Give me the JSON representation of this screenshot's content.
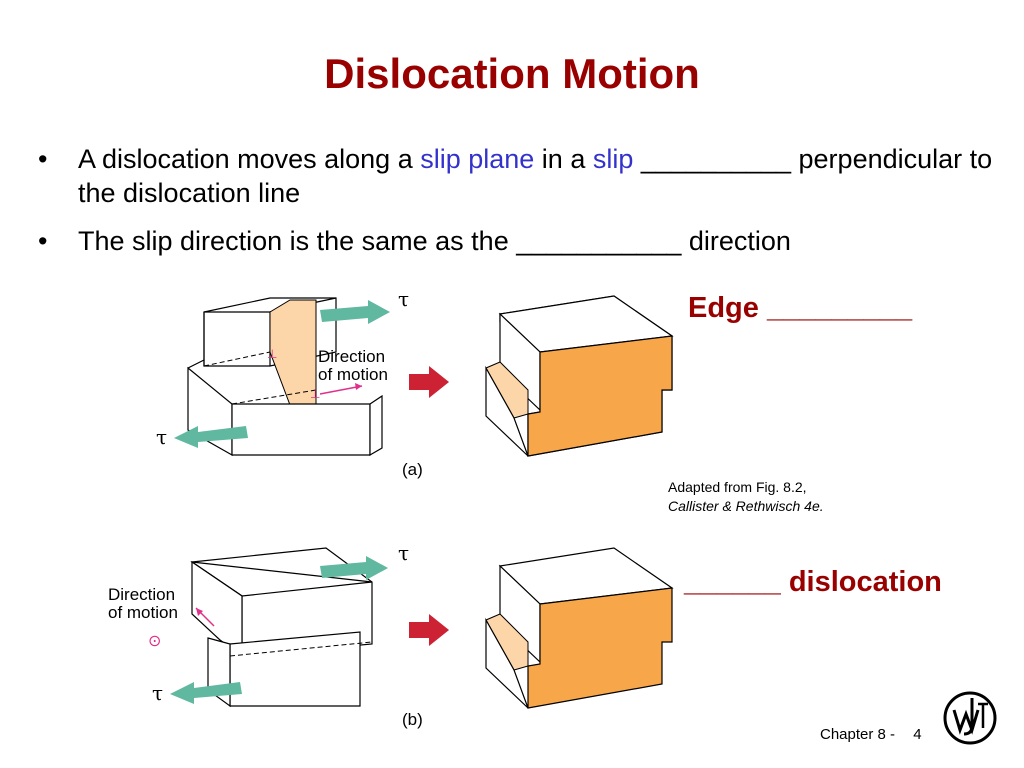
{
  "title": "Dislocation Motion",
  "bullets": [
    {
      "pre": "A dislocation moves along a ",
      "term1": "slip plane",
      "mid": " in a ",
      "term2": "slip",
      "post": " __________ perpendicular to the dislocation line"
    },
    {
      "text": "The slip direction is the same as the ___________ direction"
    }
  ],
  "figure_a": {
    "direction_label_line1": "Direction",
    "direction_label_line2": "of motion",
    "tau_top": "τ",
    "tau_bottom": "τ",
    "caption": "(a)"
  },
  "figure_b": {
    "direction_label_line1": "Direction",
    "direction_label_line2": "of motion",
    "tau_top": "τ",
    "tau_bottom": "τ",
    "caption": "(b)"
  },
  "edge_label": "Edge _________",
  "screw_label": "______ dislocation",
  "adapted_line1": "Adapted from Fig. 8.2,",
  "adapted_line2": "Callister & Rethwisch 4e.",
  "chapter_label": "Chapter 8 -",
  "page_number": "4",
  "colors": {
    "title": "#990000",
    "term": "#3333cc",
    "shear_arrow": "#5fb89f",
    "motion_arrow": "#cc2233",
    "block_orange": "#f8a64a",
    "block_light_orange": "#fcd5a8",
    "dislocation_magenta": "#e0308c"
  },
  "icons": [
    "bullet-dot",
    "shear-arrow-icon",
    "motion-arrow-icon",
    "wiley-logo-icon"
  ]
}
